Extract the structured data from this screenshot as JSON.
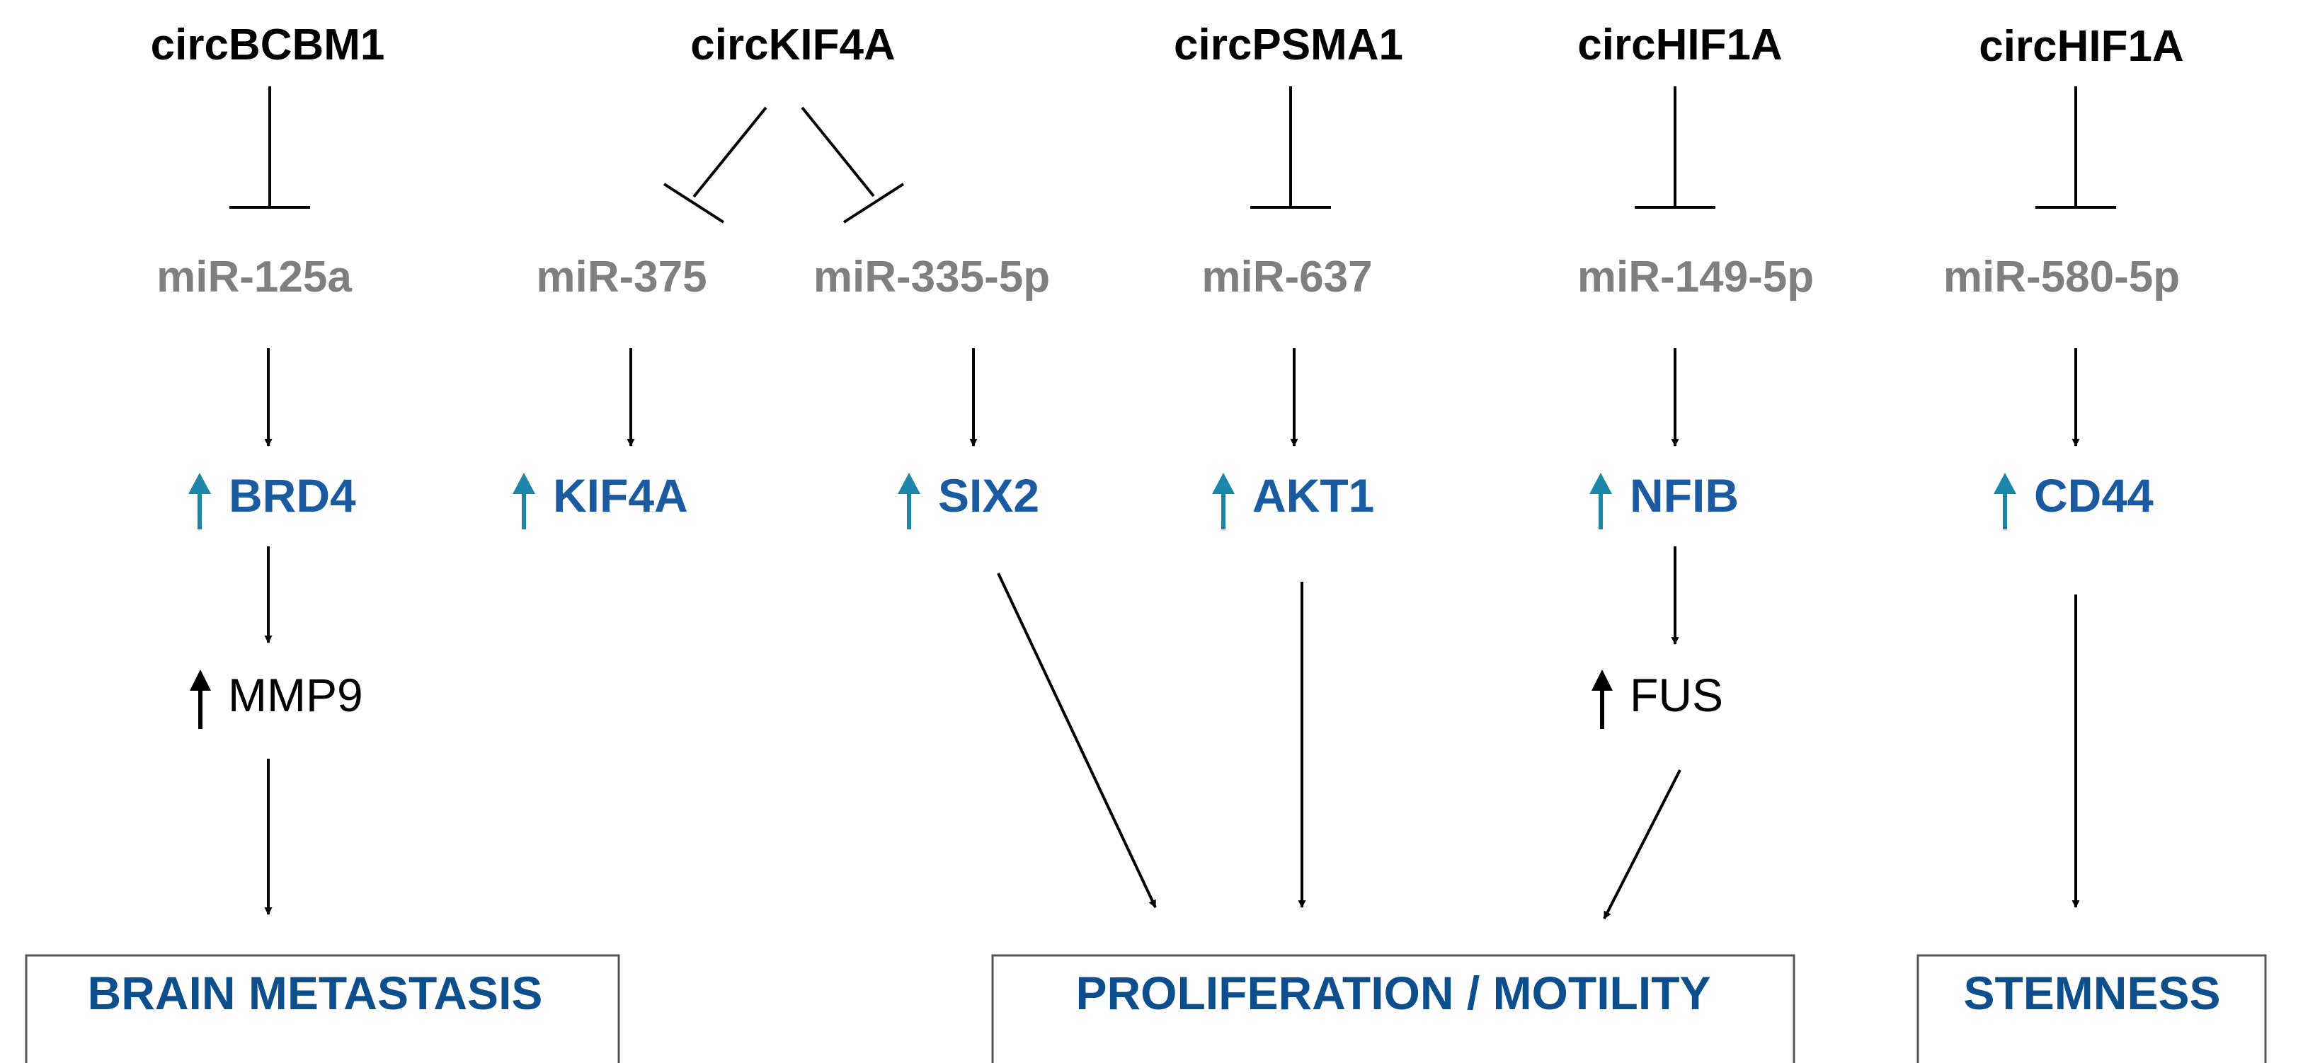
{
  "colors": {
    "circ_text": "#000000",
    "mir_text": "#7f7f7f",
    "gene_text": "#1a5aa0",
    "up_arrow": "#1b86a8",
    "downstream_text": "#000000",
    "outcome_text": "#0d4f8c",
    "lines": "#000000"
  },
  "icons": {
    "inhibit": "t-bar-inhibition-icon",
    "activate": "black-arrow-down-icon",
    "upregulated": "up-arrow-icon"
  },
  "circrnas": [
    {
      "id": "c1",
      "label": "circBCBM1"
    },
    {
      "id": "c2",
      "label": "circKIF4A"
    },
    {
      "id": "c3",
      "label": "circPSMA1"
    },
    {
      "id": "c4",
      "label": "circHIF1A"
    },
    {
      "id": "c5",
      "label": "circHIF1A"
    }
  ],
  "mirnas": [
    {
      "id": "m1",
      "label": "miR-125a"
    },
    {
      "id": "m2",
      "label": "miR-375"
    },
    {
      "id": "m3",
      "label": "miR-335-5p"
    },
    {
      "id": "m4",
      "label": "miR-637"
    },
    {
      "id": "m5",
      "label": "miR-149-5p"
    },
    {
      "id": "m6",
      "label": "miR-580-5p"
    }
  ],
  "genes": [
    {
      "id": "g1",
      "label": "BRD4",
      "regulation": "up"
    },
    {
      "id": "g2",
      "label": "KIF4A",
      "regulation": "up"
    },
    {
      "id": "g3",
      "label": "SIX2",
      "regulation": "up"
    },
    {
      "id": "g4",
      "label": "AKT1",
      "regulation": "up"
    },
    {
      "id": "g5",
      "label": "NFIB",
      "regulation": "up"
    },
    {
      "id": "g6",
      "label": "CD44",
      "regulation": "up"
    }
  ],
  "downstream": [
    {
      "id": "d1",
      "label": "MMP9",
      "regulation": "up"
    },
    {
      "id": "d2",
      "label": "FUS",
      "regulation": "up"
    }
  ],
  "outcomes": [
    {
      "id": "o1",
      "label": "BRAIN METASTASIS"
    },
    {
      "id": "o2",
      "label": "PROLIFERATION / MOTILITY"
    },
    {
      "id": "o3",
      "label": "STEMNESS"
    }
  ],
  "edges": [
    {
      "from": "circBCBM1",
      "to": "miR-125a",
      "type": "inhibit"
    },
    {
      "from": "circKIF4A",
      "to": "miR-375",
      "type": "inhibit"
    },
    {
      "from": "circKIF4A",
      "to": "miR-335-5p",
      "type": "inhibit"
    },
    {
      "from": "circPSMA1",
      "to": "miR-637",
      "type": "inhibit"
    },
    {
      "from": "circHIF1A",
      "to": "miR-149-5p",
      "type": "inhibit"
    },
    {
      "from": "circHIF1A",
      "to": "miR-580-5p",
      "type": "inhibit"
    },
    {
      "from": "miR-125a",
      "to": "BRD4",
      "type": "activate"
    },
    {
      "from": "miR-375",
      "to": "KIF4A",
      "type": "activate"
    },
    {
      "from": "miR-335-5p",
      "to": "SIX2",
      "type": "activate"
    },
    {
      "from": "miR-637",
      "to": "AKT1",
      "type": "activate"
    },
    {
      "from": "miR-149-5p",
      "to": "NFIB",
      "type": "activate"
    },
    {
      "from": "miR-580-5p",
      "to": "CD44",
      "type": "activate"
    },
    {
      "from": "BRD4",
      "to": "MMP9",
      "type": "activate"
    },
    {
      "from": "MMP9",
      "to": "BRAIN METASTASIS",
      "type": "activate"
    },
    {
      "from": "NFIB",
      "to": "FUS",
      "type": "activate"
    },
    {
      "from": "SIX2",
      "to": "PROLIFERATION / MOTILITY",
      "type": "activate"
    },
    {
      "from": "AKT1",
      "to": "PROLIFERATION / MOTILITY",
      "type": "activate"
    },
    {
      "from": "FUS",
      "to": "PROLIFERATION / MOTILITY",
      "type": "activate"
    },
    {
      "from": "CD44",
      "to": "STEMNESS",
      "type": "activate"
    }
  ]
}
